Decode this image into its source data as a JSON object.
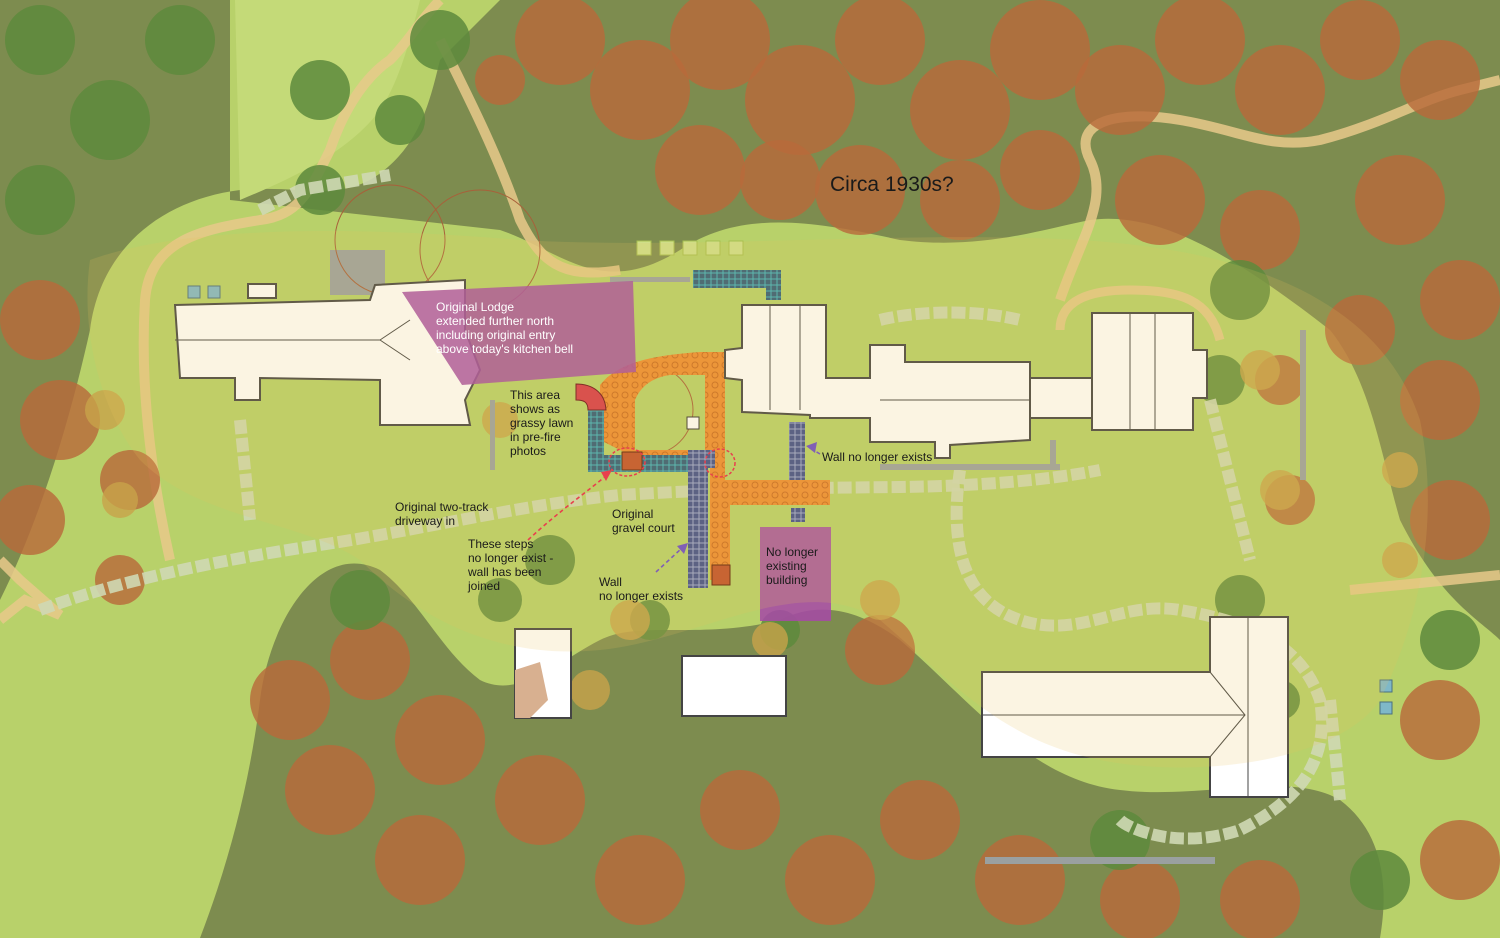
{
  "map": {
    "title": "Circa 1930s?",
    "annotations": {
      "original_lodge": "Original Lodge\nextended further north\nincluding original entry\nabove today's kitchen bell",
      "grassy_lawn": "This area\nshows as\ngrassy lawn\nin pre-fire\nphotos",
      "wall_no_longer_exists_right": "Wall no longer exists",
      "two_track_driveway": "Original two-track\ndriveway in",
      "steps_no_longer_exist": "These steps\nno longer exist -\nwall has been\njoined",
      "gravel_court": "Original\ngravel court",
      "wall_no_longer_exists_bottom": "Wall\nno longer exists",
      "no_longer_existing_building": "No longer\nexisting\nbuilding"
    },
    "colors": {
      "lawn": "#b8d16a",
      "forest_dark": "#6f8a48",
      "tree_rust": "#b86a3a",
      "tree_green": "#5d8a3c",
      "path_sand": "#e8c98a",
      "building": "#ffffff",
      "overlay_purple": "#a54aa5",
      "overlay_orange": "#f0892e",
      "wall_blue": "#3d4e8c",
      "wall_teal": "#3fb4c0",
      "steps_red": "#d63a4a",
      "annotation_red": "#e8244a",
      "annotation_purple": "#6a4ac8"
    }
  }
}
